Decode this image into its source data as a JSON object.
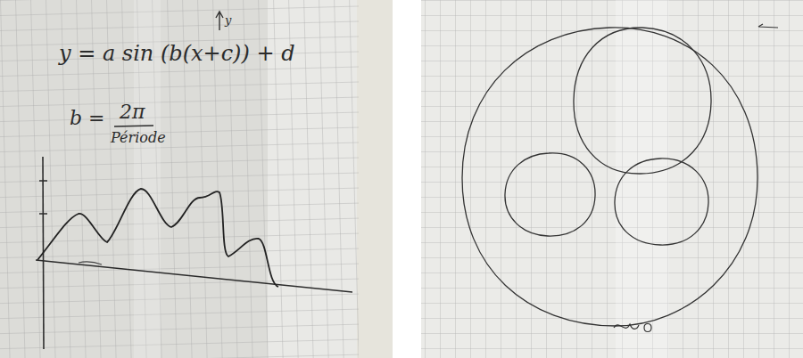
{
  "diagram": {
    "labels": [
      "y",
      "y = a sin (b(x+c)) + d",
      "b =",
      "2π",
      "Période"
    ]
  }
}
